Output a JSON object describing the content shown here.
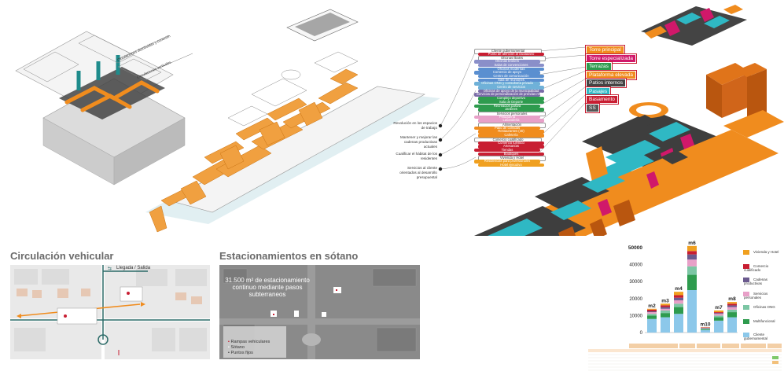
{
  "circulation_labels": {
    "distributed": "Circulaciones distribuidas y conexión",
    "vertical": "Circulaciones verticales"
  },
  "vehicular": {
    "title": "Circulación vehicular",
    "arrival_label": "Llegada / Salida"
  },
  "parking": {
    "title": "Estacionamientos en sótano",
    "area_text": "31.500 m² de estacionamiento continuo mediante pasos subterraneos",
    "legend": [
      "Rampas vehiculares",
      "Sótano",
      "Puntos fijos"
    ]
  },
  "programs": [
    {
      "label": "Cliente gubernamental",
      "color": "#ffffff",
      "text": "#333333"
    },
    {
      "label": "Punto de atención al ciudadano",
      "color": "#c81e32",
      "text": "#ffffff"
    },
    {
      "label": "Oficinas filiales",
      "color": "#ffffff",
      "text": "#333333"
    },
    {
      "label": "Oficinas brokers",
      "color": "#8a8fc9",
      "text": "#ffffff"
    },
    {
      "label": "Salas de convenciones",
      "color": "#8a8fc9",
      "text": "#ffffff"
    },
    {
      "label": "Oficinas modernas",
      "color": "#5a8fd0",
      "text": "#ffffff"
    },
    {
      "label": "Comercio de apoyo",
      "color": "#5a8fd0",
      "text": "#ffffff"
    },
    {
      "label": "Centro de comunicación",
      "color": "#5a8fd0",
      "text": "#ffffff"
    },
    {
      "label": "Sala de reuniones",
      "color": "#5a8fd0",
      "text": "#ffffff"
    },
    {
      "label": "Oficinas ONG y consultoría privada",
      "color": "#6fb1d8",
      "text": "#ffffff"
    },
    {
      "label": "Centro de servicios",
      "color": "#6fb1d8",
      "text": "#ffffff"
    },
    {
      "label": "Oficinas de apoyo de la municipalidad",
      "color": "#7a6ba8",
      "text": "#ffffff"
    },
    {
      "label": "Servicios de personalización de prendas militares",
      "color": "#7a6ba8",
      "text": "#ffffff"
    },
    {
      "label": "Complejo deportivo",
      "color": "#2e9b4e",
      "text": "#ffffff"
    },
    {
      "label": "Sala de Deporte",
      "color": "#2e9b4e",
      "text": "#ffffff"
    },
    {
      "label": "Recreación pasiva",
      "color": "#2e9b4e",
      "text": "#ffffff"
    },
    {
      "label": "Jardines",
      "color": "#2e9b4e",
      "text": "#ffffff"
    },
    {
      "label": "Servicios personales",
      "color": "#ffffff",
      "text": "#333333"
    },
    {
      "label": "Peluquería",
      "color": "#e8a0c8",
      "text": "#ffffff"
    },
    {
      "label": "Lavandería",
      "color": "#e8a0c8",
      "text": "#ffffff"
    },
    {
      "label": "Alimentación",
      "color": "#ffffff",
      "text": "#333333"
    },
    {
      "label": "Patio de comidas",
      "color": "#f08c1e",
      "text": "#ffffff"
    },
    {
      "label": "Restaurantes (40)",
      "color": "#f08c1e",
      "text": "#ffffff"
    },
    {
      "label": "Cafetería",
      "color": "#f08c1e",
      "text": "#ffffff"
    },
    {
      "label": "Comercio cualificado",
      "color": "#ffffff",
      "text": "#333333"
    },
    {
      "label": "Comercio turístico",
      "color": "#c81e32",
      "text": "#ffffff"
    },
    {
      "label": "Artesanías",
      "color": "#c81e32",
      "text": "#ffffff"
    },
    {
      "label": "Tiendas",
      "color": "#c81e32",
      "text": "#ffffff"
    },
    {
      "label": "Boutiques",
      "color": "#c81e32",
      "text": "#ffffff"
    },
    {
      "label": "Vivienda y Hotel",
      "color": "#ffffff",
      "text": "#333333"
    },
    {
      "label": "Residencias para profesionales",
      "color": "#f0a020",
      "text": "#ffffff"
    },
    {
      "label": "Hotel ejecutivo",
      "color": "#f0a020",
      "text": "#ffffff"
    }
  ],
  "questions": [
    "Revolución en los espacios de trabajo",
    "Mantener y mejorar las cadenas productivas actuales",
    "Cualificar el hábitat de los residentes",
    "Servicios al cliente orientados al desarrollo presupuestal"
  ],
  "tags": [
    {
      "label": "Torre principal",
      "color": "#f08c1e"
    },
    {
      "label": "Torre especializada",
      "color": "#d0186a"
    },
    {
      "label": "Terrazas",
      "color": "#2e9b4e"
    },
    {
      "label": "Plataforma elevada",
      "color": "#f08c1e"
    },
    {
      "label": "Patios internos",
      "color": "#444444"
    },
    {
      "label": "Pasajes",
      "color": "#2fb8c4"
    },
    {
      "label": "Basamento",
      "color": "#c81e32"
    },
    {
      "label": "SS",
      "color": "#555555"
    }
  ],
  "chart_data": {
    "type": "bar",
    "categories": [
      "m2",
      "m3",
      "m4",
      "m6",
      "m10",
      "m7",
      "m8"
    ],
    "ylim": [
      0,
      50000
    ],
    "yticks": [
      0,
      10000,
      20000,
      30000,
      40000,
      50000
    ],
    "series": [
      {
        "name": "Cliente gubernamental",
        "color": "#8cc8ea",
        "values": [
          8000,
          9000,
          11000,
          25000,
          1500,
          7000,
          9000
        ]
      },
      {
        "name": "Multifuncional",
        "color": "#2e9b4e",
        "values": [
          2000,
          2500,
          4000,
          9000,
          500,
          2000,
          3000
        ]
      },
      {
        "name": "Oficinas ONG",
        "color": "#7cc6a4",
        "values": [
          1000,
          1500,
          2000,
          5000,
          300,
          1000,
          1500
        ]
      },
      {
        "name": "Servicios personales",
        "color": "#e8a0c8",
        "values": [
          1000,
          1000,
          2000,
          4000,
          200,
          1000,
          1500
        ]
      },
      {
        "name": "Cadenas productivas",
        "color": "#6b5a8e",
        "values": [
          500,
          1000,
          1500,
          3000,
          300,
          500,
          1000
        ]
      },
      {
        "name": "Comercio cualificado",
        "color": "#c81e32",
        "values": [
          1000,
          1000,
          1500,
          2000,
          200,
          500,
          1000
        ]
      },
      {
        "name": "Vivienda y Hotel",
        "color": "#f0a020",
        "values": [
          500,
          1000,
          2000,
          3000,
          100,
          1000,
          1000
        ]
      }
    ]
  }
}
